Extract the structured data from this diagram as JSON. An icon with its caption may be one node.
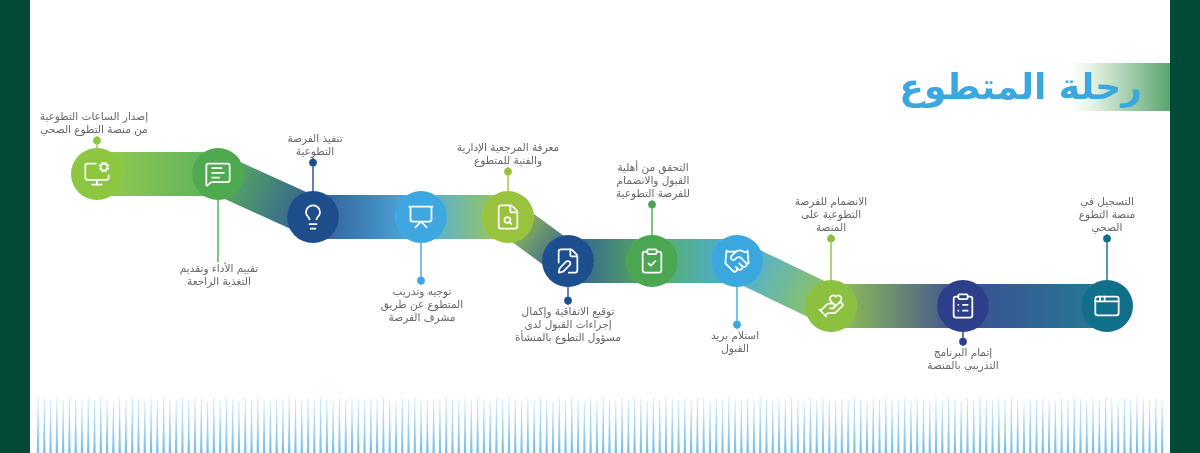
{
  "diagram": {
    "title": "رحلة المتطوع",
    "nodes": [
      {
        "text": [
          "التسجيل في منصة التطوع الصحي"
        ]
      },
      {
        "text": [],
        "shape": "circle"
      },
      {
        "text": [
          "إتمام البرنامج التدريبي بالمنصة"
        ]
      },
      {
        "text": [],
        "shape": "circle"
      },
      {
        "text": [
          "الانضمام للفرصة التطوعية على المنصة"
        ]
      },
      {
        "text": [],
        "shape": "circle"
      },
      {
        "text": [
          "استلام بريد القبول"
        ]
      },
      {
        "text": [],
        "shape": "circle"
      },
      {
        "text": [
          "التحقق من أهلية القبول والانضمام للفرصة التطوعية"
        ]
      },
      {
        "text": [],
        "shape": "circle"
      },
      {
        "text": [
          "توقيع الاتفاقية وإكمال إجراءات القبول لدى مسؤول التطوع بالمنشأة"
        ]
      },
      {
        "text": [],
        "shape": "circle"
      },
      {
        "text": [
          "معرفة المرجعية الإدارية والفنية للمتطوع"
        ]
      },
      {
        "text": [],
        "shape": "circle"
      },
      {
        "text": [
          "توجيه وتدريب المتطوع عن طريق مشرف الفرصة"
        ]
      },
      {
        "text": [],
        "shape": "circle"
      },
      {
        "text": [
          "تنفيذ الفرصة التطوعية"
        ]
      },
      {
        "text": [],
        "shape": "circle"
      },
      {
        "text": [
          "تقييم الأداء وتقديم التغذية الراجعة"
        ]
      },
      {
        "text": [],
        "shape": "circle"
      },
      {
        "text": [
          "إصدار الساعات التطوعية من منصة التطوع الصحي"
        ]
      },
      {
        "text": [],
        "shape": "circle"
      }
    ],
    "edges": [
      {
        "from": 1,
        "to": 3,
        "arrow": "none",
        "style": "thick"
      },
      {
        "from": 3,
        "to": 5,
        "arrow": "none",
        "style": "thick"
      },
      {
        "from": 5,
        "to": 7,
        "arrow": "none",
        "style": "thick"
      },
      {
        "from": 7,
        "to": 9,
        "arrow": "none",
        "style": "thick"
      },
      {
        "from": 9,
        "to": 11,
        "arrow": "none",
        "style": "thick"
      },
      {
        "from": 11,
        "to": 13,
        "arrow": "none",
        "style": "thick"
      },
      {
        "from": 13,
        "to": 15,
        "arrow": "none",
        "style": "thick"
      },
      {
        "from": 15,
        "to": 17,
        "arrow": "none",
        "style": "thick"
      },
      {
        "from": 17,
        "to": 19,
        "arrow": "none",
        "style": "thick"
      },
      {
        "from": 19,
        "to": 21,
        "arrow": "none",
        "style": "thick"
      },
      {
        "from": 0,
        "to": 1,
        "arrow": "other",
        "color": "#10708a"
      },
      {
        "from": 2,
        "to": 3,
        "arrow": "other",
        "color": "#2d3f8a"
      },
      {
        "from": 4,
        "to": 5,
        "arrow": "other",
        "color": "#8cc041"
      },
      {
        "from": 6,
        "to": 7,
        "arrow": "other",
        "color": "#3ba7df"
      },
      {
        "from": 8,
        "to": 9,
        "arrow": "other",
        "color": "#4aa650"
      },
      {
        "from": 10,
        "to": 11,
        "arrow": "other",
        "color": "#1d4f8e"
      },
      {
        "from": 12,
        "to": 13,
        "arrow": "other",
        "color": "#99c33d"
      },
      {
        "from": 14,
        "to": 15,
        "arrow": "other",
        "color": "#3fa7df"
      },
      {
        "from": 16,
        "to": 17,
        "arrow": "other",
        "color": "#1e4d8c"
      },
      {
        "from": 18,
        "to": 19,
        "arrow": "none",
        "color": "#4ea94f"
      },
      {
        "from": 20,
        "to": 21,
        "arrow": "other",
        "color": "#8dc63f"
      }
    ]
  }
}
